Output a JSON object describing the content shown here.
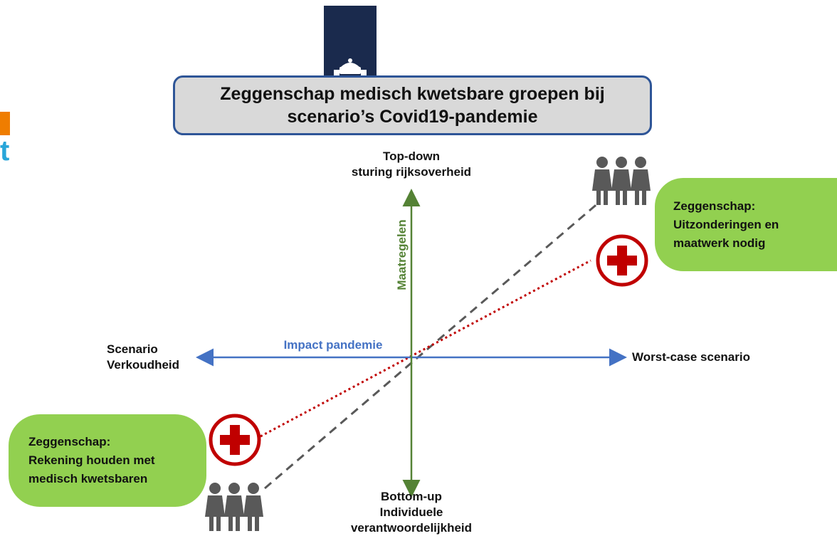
{
  "title": {
    "line1": "Zeggenschap medisch kwetsbare groepen bij",
    "line2": "scenario’s Covid19-pandemie"
  },
  "axes": {
    "vertical_label": "Maatregelen",
    "horizontal_label": "Impact pandemie",
    "top": {
      "line1": "Top-down",
      "line2": "sturing rijksoverheid"
    },
    "bottom": {
      "line1": "Bottom-up",
      "line2": "Individuele",
      "line3": "verantwoordelijkheid"
    },
    "left": {
      "line1": "Scenario",
      "line2": "Verkoudheid"
    },
    "right": "Worst-case scenario"
  },
  "bubbles": {
    "top_right": {
      "line1": "Zeggenschap:",
      "line2": "Uitzonderingen en",
      "line3": "maatwerk nodig"
    },
    "bottom_left": {
      "line1": "Zeggenschap:",
      "line2": "Rekening houden met",
      "line3": "medisch kwetsbaren"
    }
  },
  "icons": {
    "people": "people-group-icon",
    "medical": "red-cross-icon"
  },
  "colors": {
    "title_border": "#2e5597",
    "title_fill": "#d9d9d9",
    "horizontal_axis": "#4472c4",
    "vertical_axis": "#548235",
    "bubble": "#92d050",
    "dotted_line": "#c00000",
    "dashed_line": "#595959",
    "logo_bar": "#1a2a4d"
  }
}
